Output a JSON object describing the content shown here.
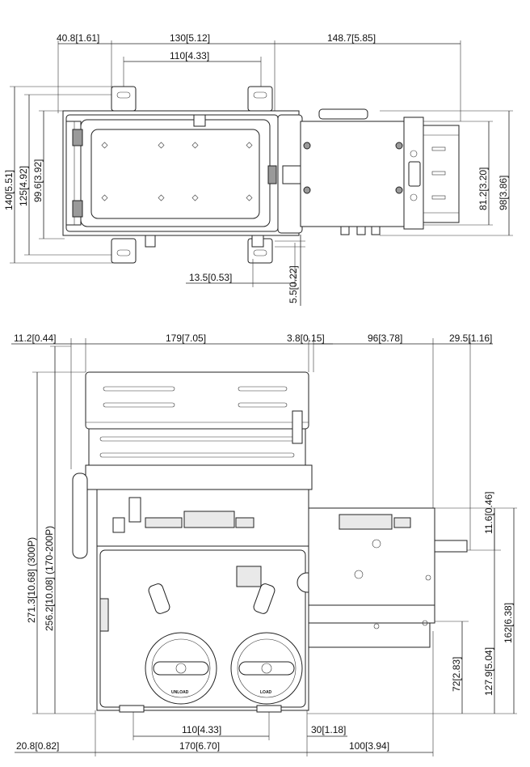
{
  "top_view": {
    "dims": {
      "d1": "40.8[1.61]",
      "d2": "130[5.12]",
      "d3": "148.7[5.85]",
      "d4": "110[4.33]",
      "d5": "140[5.51]",
      "d6": "125[4.92]",
      "d7": "99.6[3.92]",
      "d8": "81.2[3.20]",
      "d9": "98[3.86]",
      "d10": "13.5[0.53]",
      "d11": "5.5[0.22]"
    }
  },
  "front_view": {
    "dims": {
      "d1": "11.2[0.44]",
      "d2": "179[7.05]",
      "d3": "3.8[0.15]",
      "d4": "96[3.78]",
      "d5": "29.5[1.16]",
      "d6": "271.3[10.68] (300P)",
      "d7": "256.2[10.08] (170-200P)",
      "d8": "11.6[0.46]",
      "d9": "127.9[5.04]",
      "d10": "162[6.38]",
      "d11": "72[2.83]",
      "d12": "110[4.33]",
      "d13": "30[1.18]",
      "d14": "20.8[0.82]",
      "d15": "170[6.70]",
      "d16": "100[3.94]"
    },
    "reel_labels": {
      "left": "UNLOAD",
      "right": "LOAD"
    }
  }
}
